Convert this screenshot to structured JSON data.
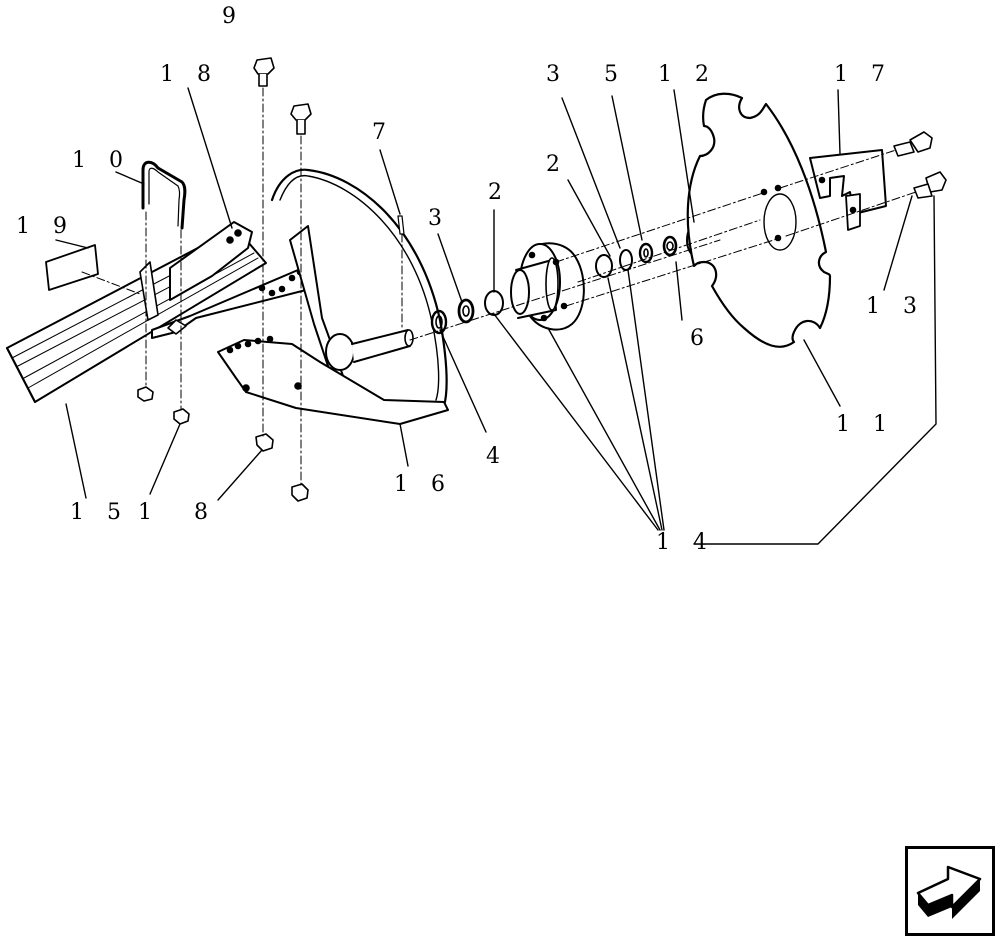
{
  "callouts": {
    "c9": "9",
    "c18": "1 8",
    "c10": "1 0",
    "c19": "1 9",
    "c7": "7",
    "c3a": "3",
    "c2a": "2",
    "c3b": "3",
    "c5": "5",
    "c12": "1 2",
    "c17": "1 7",
    "c2b": "2",
    "c6": "6",
    "c13": "1 3",
    "c4": "4",
    "c11": "1 1",
    "c16": "1 6",
    "c15": "1 5",
    "c1": "1",
    "c8": "8",
    "c14": "1 4"
  },
  "navigation": {
    "next_icon": "arrow-right-3d-icon"
  }
}
